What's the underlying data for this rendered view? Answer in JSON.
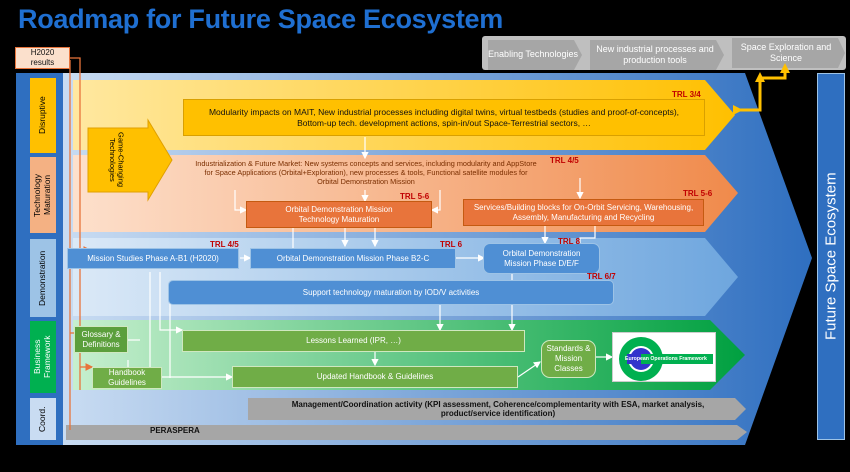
{
  "title": "Roadmap for Future Space Ecosystem",
  "h2020": "H2020 results",
  "top_tabs": [
    "Enabling Technologies",
    "New industrial processes and production tools",
    "Space Exploration and Science"
  ],
  "right_bar": "Future Space Ecosystem",
  "row_labels": {
    "disruptive": "Disruptive",
    "techmat": "Technology Maturation",
    "demo": "Demonstration",
    "business": "Business Framework",
    "coord": "Coord."
  },
  "game_changing": "Game-Changing Technologies",
  "boxes": {
    "modularity": "Modularity impacts on MAIT, New industrial processes including digital twins, virtual testbeds (studies and proof-of-concepts), Bottom-up tech. development actions, spin-in/out Space-Terrestrial sectors, …",
    "industrialisation": "Industrialization & Future Market: New systems concepts and services, including modularity and AppStore for Space Applications (Orbital+Exploration), new processes & tools, Functional satellite modules for Orbital Demonstration Mission",
    "odm_techmat": "Orbital Demonstration Mission Technology Maturation",
    "services": "Services/Building blocks for On-Orbit Servicing, Warehousing, Assembly, Manufacturing and Recycling",
    "mission_studies": "Mission Studies Phase A-B1 (H2020)",
    "odm_b2c": "Orbital Demonstration Mission Phase B2-C",
    "odm_def": "Orbital Demonstration Mission Phase D/E/F",
    "support": "Support technology maturation by IOD/V activities",
    "glossary": "Glossary & Definitions",
    "lessons": "Lessons Learned (IPR, …)",
    "handbook": "Handbook Guidelines",
    "updated_handbook": "Updated Handbook & Guidelines",
    "standards": "Standards & Mission Classes",
    "euro_ops": "European Operations Framework",
    "management": "Management/Coordination activity (KPI assessment, Coherence/complementarity with ESA, market analysis, product/service identification)",
    "peraspera": "PERASPERA"
  },
  "trl": {
    "t34": "TRL 3/4",
    "t45a": "TRL 4/5",
    "t56a": "TRL 5-6",
    "t56b": "TRL 5-6",
    "t45b": "TRL 4/5",
    "t6": "TRL 6",
    "t8": "TRL 8",
    "t67": "TRL 6/7"
  },
  "colors": {
    "title_blue": "#1f6fd1",
    "disruptive": "#ffc000",
    "techmat": "#f4b183",
    "demo": "#9dc3e6",
    "business": "#00b050",
    "arrow_blue": "#4f8fd4",
    "trl_red": "#c00000"
  }
}
